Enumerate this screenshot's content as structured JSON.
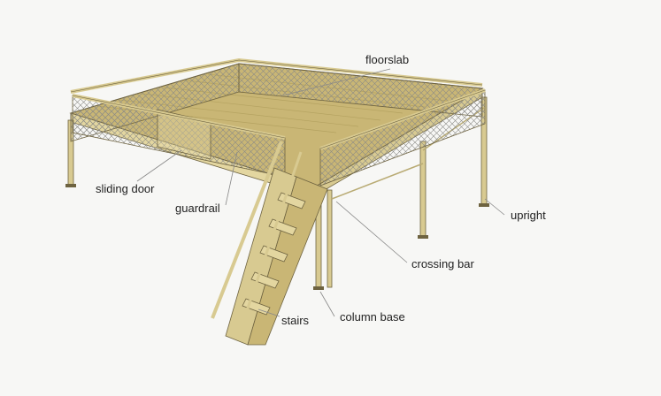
{
  "labels": {
    "floorslab": "floorslab",
    "sliding_door": "sliding door",
    "guardrail": "guardrail",
    "upright": "upright",
    "crossing_bar": "crossing bar",
    "stairs": "stairs",
    "column_base": "column base"
  },
  "colors": {
    "frame": "#d8ca91",
    "frame_stroke": "#6e6340",
    "deck": "#c9b675",
    "deck_plank": "#b4a260",
    "mesh": "#8a8a86",
    "leader": "#888888"
  }
}
